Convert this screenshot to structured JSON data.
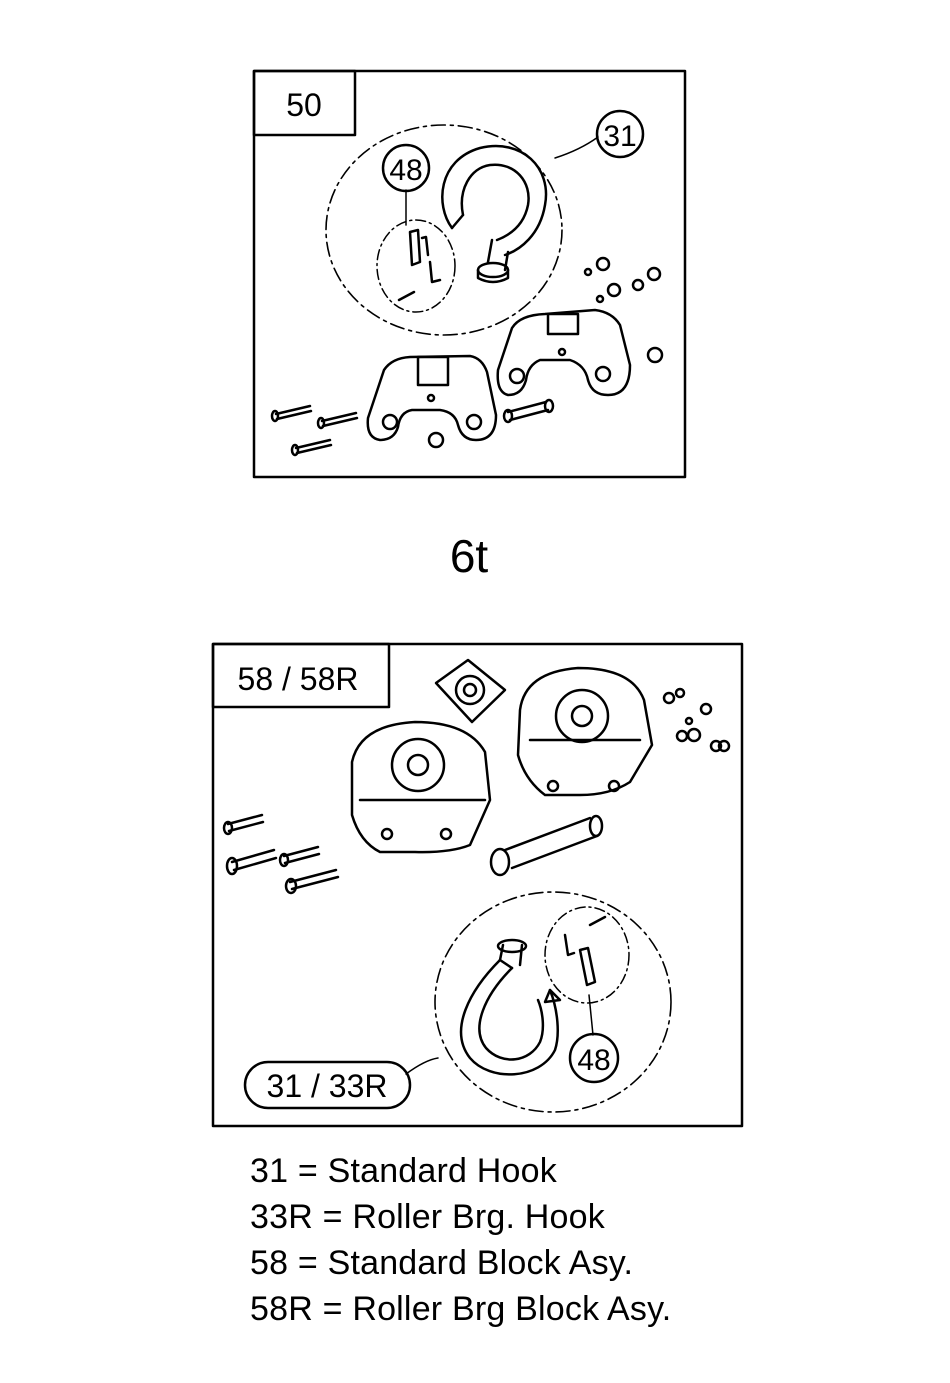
{
  "panel_top": {
    "tag": "50",
    "callouts": {
      "hook": "31",
      "latch": "48"
    }
  },
  "caption": "6t",
  "panel_bottom": {
    "tag": "58 / 58R",
    "callouts": {
      "hook": "31 / 33R",
      "latch": "48"
    }
  },
  "legend": [
    "31 = Standard Hook",
    "33R = Roller Brg. Hook",
    "58 = Standard Block Asy.",
    "58R = Roller Brg Block Asy."
  ]
}
